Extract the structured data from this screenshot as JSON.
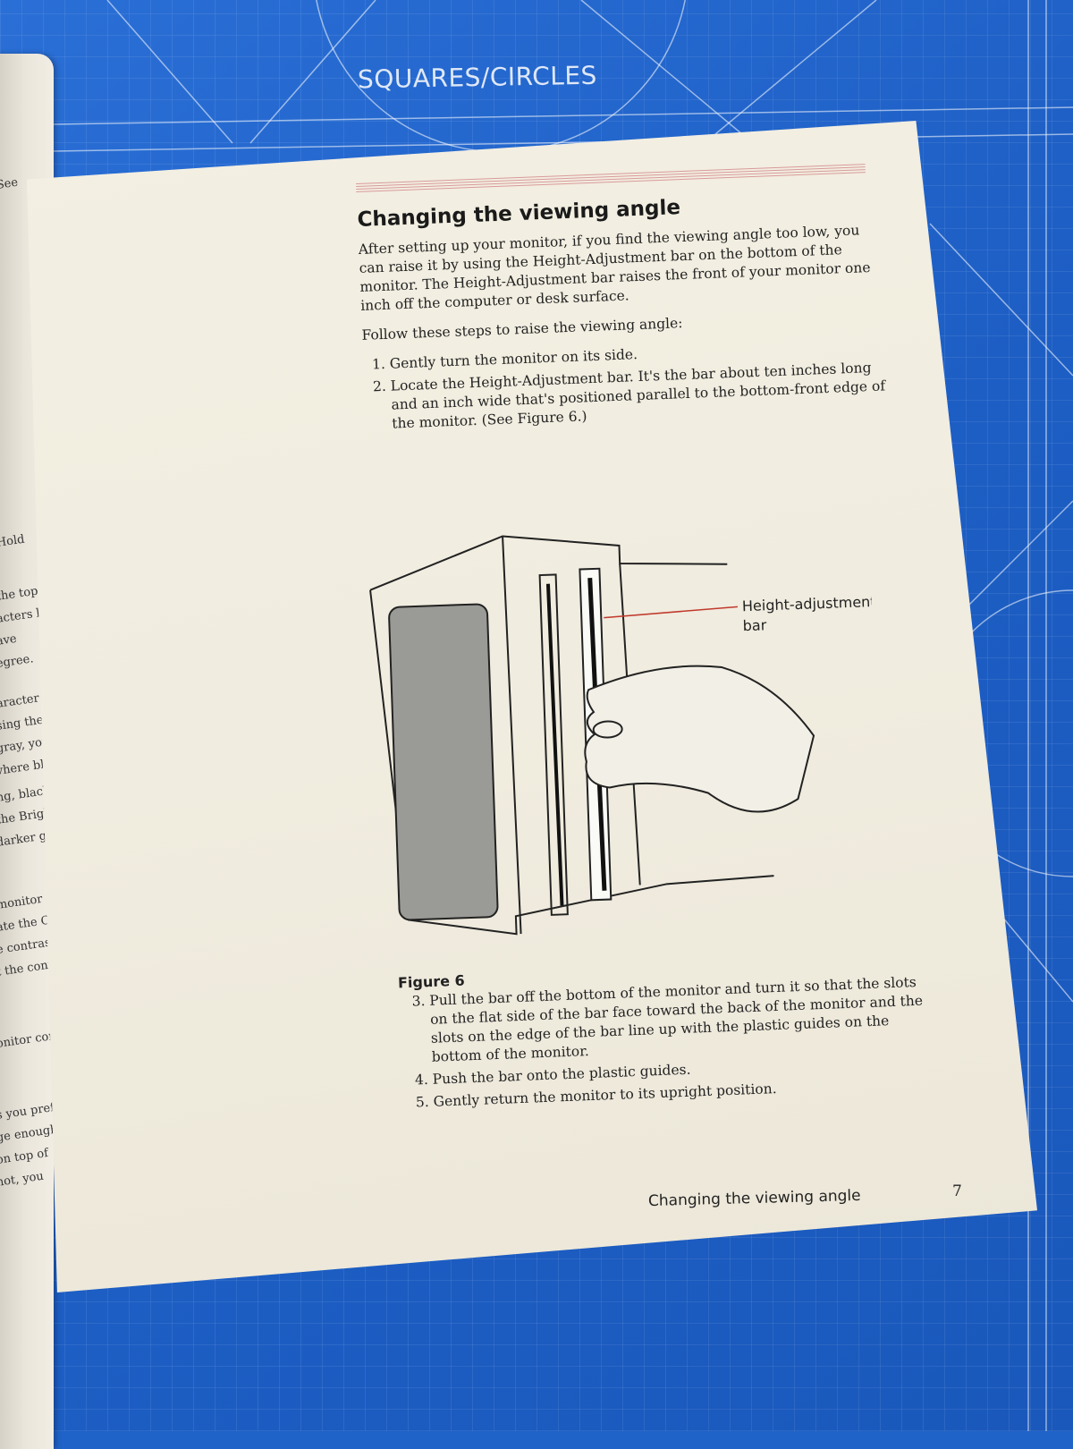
{
  "background": {
    "mat_label": "SQUARES/CIRCLES",
    "mat_color": "#1f63c9"
  },
  "left_page_fragments": [
    "See",
    "Hold",
    "the top",
    "acters look",
    "ave",
    "egree.",
    "aracter",
    "sing the",
    "gray, you",
    "vhere blac",
    "ng, black",
    "the Bright",
    "darker gr",
    "monitor",
    "ate the Cont",
    "e contrast",
    "t the contr",
    "onitor cont",
    "s you prefe",
    "ge enough",
    "on top of",
    "not, you"
  ],
  "section": {
    "title": "Changing the viewing angle",
    "intro": "After setting up your monitor, if you find the viewing angle too low, you can raise it by using the Height-Adjustment bar on the bottom of the monitor. The Height-Adjustment bar raises the front of your monitor one inch off the computer or desk surface.",
    "steps_lead": "Follow these steps to raise the viewing angle:",
    "steps_a": [
      "Gently turn the monitor on its side.",
      "Locate the Height-Adjustment bar. It's the bar about ten inches long and an inch wide that's positioned parallel to the bottom-front edge of the monitor. (See Figure 6.)"
    ],
    "steps_b": [
      "Pull the bar off the bottom of the monitor and turn it so that the slots on the flat side of the bar face toward the back of the monitor and the slots on the edge of the bar line up with the plastic guides on the bottom of the monitor.",
      "Push the bar onto the plastic guides.",
      "Gently return the monitor to its upright position."
    ]
  },
  "figure": {
    "callout_line1": "Height-adjustment",
    "callout_line2": "bar",
    "caption": "Figure 6",
    "callout_color": "#c0392b"
  },
  "footer": {
    "running_title": "Changing the viewing angle",
    "page_number": "7"
  }
}
